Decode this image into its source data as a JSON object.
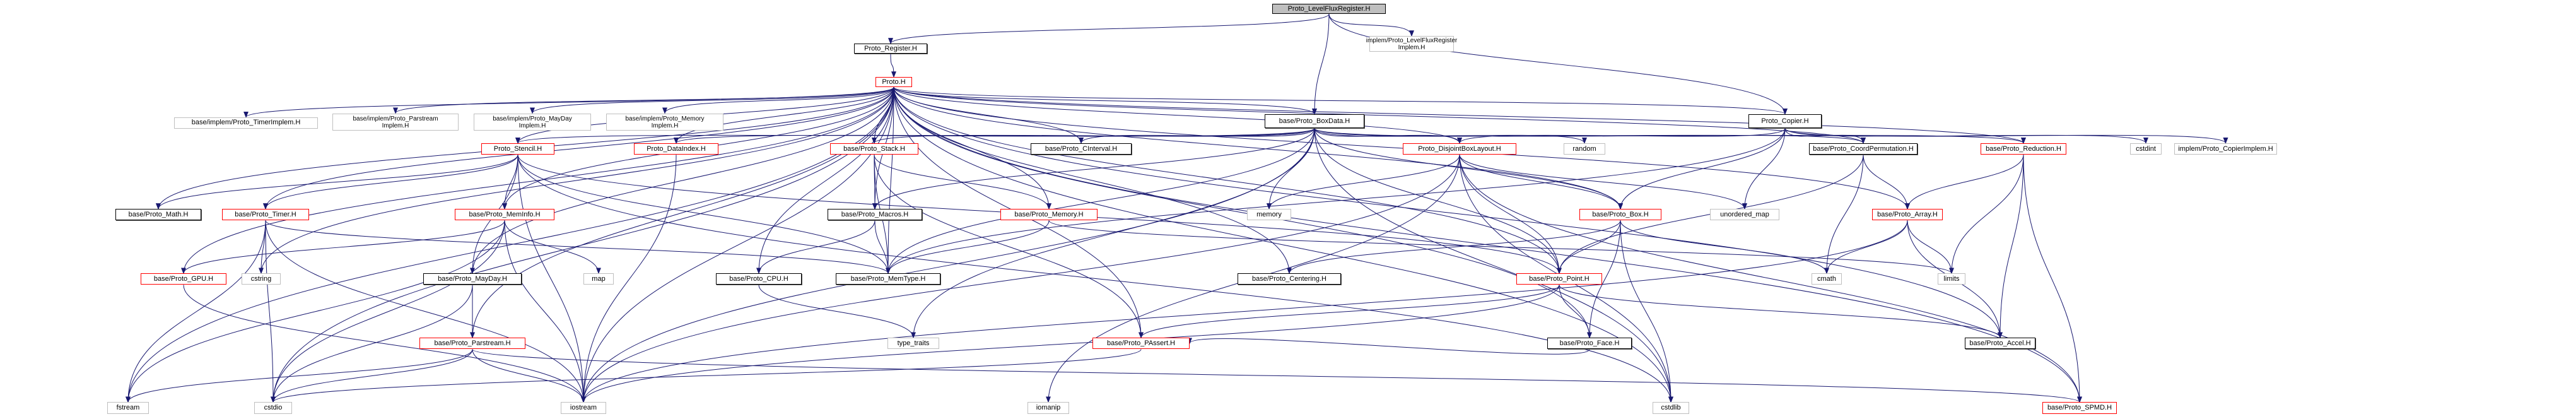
{
  "diagram": {
    "type": "include-dependency-graph",
    "edge_color": "#191970",
    "colors": {
      "root_fill": "#bfbfbf",
      "documented_border": "#000000",
      "truncated_border": "#ff0000",
      "external_border": "#bfbfbf"
    },
    "nodes": [
      {
        "id": "lfr",
        "label": "Proto_LevelFluxRegister.H",
        "kind": "root"
      },
      {
        "id": "reg",
        "label": "Proto_Register.H",
        "kind": "doc"
      },
      {
        "id": "lfrimpl",
        "label": "implem/Proto_LevelFluxRegister\nImplem.H",
        "kind": "ext"
      },
      {
        "id": "proto",
        "label": "Proto.H",
        "kind": "red"
      },
      {
        "id": "timerimpl",
        "label": "base/implem/Proto_TimerImplem.H",
        "kind": "ext"
      },
      {
        "id": "parimpl",
        "label": "base/implem/Proto_Parstream\nImplem.H",
        "kind": "ext"
      },
      {
        "id": "maydayimpl",
        "label": "base/implem/Proto_MayDay\nImplem.H",
        "kind": "ext"
      },
      {
        "id": "memimpl",
        "label": "base/implem/Proto_Memory\nImplem.H",
        "kind": "ext"
      },
      {
        "id": "boxdata",
        "label": "base/Proto_BoxData.H",
        "kind": "doc"
      },
      {
        "id": "copier",
        "label": "Proto_Copier.H",
        "kind": "doc"
      },
      {
        "id": "stencil",
        "label": "Proto_Stencil.H",
        "kind": "red"
      },
      {
        "id": "dataindex",
        "label": "Proto_DataIndex.H",
        "kind": "red"
      },
      {
        "id": "stack",
        "label": "base/Proto_Stack.H",
        "kind": "red"
      },
      {
        "id": "cinterval",
        "label": "base/Proto_CInterval.H",
        "kind": "doc"
      },
      {
        "id": "dbl",
        "label": "Proto_DisjointBoxLayout.H",
        "kind": "red"
      },
      {
        "id": "random",
        "label": "random",
        "kind": "ext"
      },
      {
        "id": "coordperm",
        "label": "base/Proto_CoordPermutation.H",
        "kind": "doc"
      },
      {
        "id": "reduction",
        "label": "base/Proto_Reduction.H",
        "kind": "red"
      },
      {
        "id": "cstdint",
        "label": "cstdint",
        "kind": "ext"
      },
      {
        "id": "copierimpl",
        "label": "implem/Proto_CopierImplem.H",
        "kind": "ext"
      },
      {
        "id": "math",
        "label": "base/Proto_Math.H",
        "kind": "doc"
      },
      {
        "id": "timer",
        "label": "base/Proto_Timer.H",
        "kind": "red"
      },
      {
        "id": "meminfo",
        "label": "base/Proto_MemInfo.H",
        "kind": "red"
      },
      {
        "id": "macros",
        "label": "base/Proto_Macros.H",
        "kind": "doc"
      },
      {
        "id": "memory_h",
        "label": "base/Proto_Memory.H",
        "kind": "red"
      },
      {
        "id": "memory",
        "label": "memory",
        "kind": "ext"
      },
      {
        "id": "box",
        "label": "base/Proto_Box.H",
        "kind": "red"
      },
      {
        "id": "umap",
        "label": "unordered_map",
        "kind": "ext"
      },
      {
        "id": "array",
        "label": "base/Proto_Array.H",
        "kind": "red"
      },
      {
        "id": "gpu",
        "label": "base/Proto_GPU.H",
        "kind": "red"
      },
      {
        "id": "cstring",
        "label": "cstring",
        "kind": "ext"
      },
      {
        "id": "mayday",
        "label": "base/Proto_MayDay.H",
        "kind": "doc"
      },
      {
        "id": "map",
        "label": "map",
        "kind": "ext"
      },
      {
        "id": "cpu",
        "label": "base/Proto_CPU.H",
        "kind": "doc"
      },
      {
        "id": "memtype",
        "label": "base/Proto_MemType.H",
        "kind": "doc"
      },
      {
        "id": "centering",
        "label": "base/Proto_Centering.H",
        "kind": "doc"
      },
      {
        "id": "point",
        "label": "base/Proto_Point.H",
        "kind": "red"
      },
      {
        "id": "cmath",
        "label": "cmath",
        "kind": "ext"
      },
      {
        "id": "limits",
        "label": "limits",
        "kind": "ext"
      },
      {
        "id": "parstream",
        "label": "base/Proto_Parstream.H",
        "kind": "red"
      },
      {
        "id": "typetraits",
        "label": "type_traits",
        "kind": "ext"
      },
      {
        "id": "passert",
        "label": "base/Proto_PAssert.H",
        "kind": "red"
      },
      {
        "id": "face",
        "label": "base/Proto_Face.H",
        "kind": "doc"
      },
      {
        "id": "accel",
        "label": "base/Proto_Accel.H",
        "kind": "doc"
      },
      {
        "id": "fstream",
        "label": "fstream",
        "kind": "ext"
      },
      {
        "id": "cstdio",
        "label": "cstdio",
        "kind": "ext"
      },
      {
        "id": "iostream",
        "label": "iostream",
        "kind": "ext"
      },
      {
        "id": "iomanip",
        "label": "iomanip",
        "kind": "ext"
      },
      {
        "id": "cstdlib",
        "label": "cstdlib",
        "kind": "ext"
      },
      {
        "id": "spmd",
        "label": "base/Proto_SPMD.H",
        "kind": "red"
      }
    ],
    "edges": [
      [
        "lfr",
        "reg"
      ],
      [
        "lfr",
        "lfrimpl"
      ],
      [
        "lfr",
        "boxdata"
      ],
      [
        "lfr",
        "copier"
      ],
      [
        "reg",
        "proto"
      ],
      [
        "proto",
        "timerimpl"
      ],
      [
        "proto",
        "parimpl"
      ],
      [
        "proto",
        "maydayimpl"
      ],
      [
        "proto",
        "memimpl"
      ],
      [
        "proto",
        "boxdata"
      ],
      [
        "proto",
        "copier"
      ],
      [
        "proto",
        "stencil"
      ],
      [
        "proto",
        "dataindex"
      ],
      [
        "proto",
        "stack"
      ],
      [
        "proto",
        "cinterval"
      ],
      [
        "proto",
        "dbl"
      ],
      [
        "proto",
        "coordperm"
      ],
      [
        "proto",
        "reduction"
      ],
      [
        "proto",
        "math"
      ],
      [
        "proto",
        "timer"
      ],
      [
        "proto",
        "meminfo"
      ],
      [
        "proto",
        "macros"
      ],
      [
        "proto",
        "memory_h"
      ],
      [
        "proto",
        "gpu"
      ],
      [
        "proto",
        "cstring"
      ],
      [
        "proto",
        "mayday"
      ],
      [
        "proto",
        "cpu"
      ],
      [
        "proto",
        "memtype"
      ],
      [
        "proto",
        "point"
      ],
      [
        "proto",
        "box"
      ],
      [
        "proto",
        "array"
      ],
      [
        "proto",
        "parstream"
      ],
      [
        "proto",
        "passert"
      ],
      [
        "proto",
        "face"
      ],
      [
        "proto",
        "accel"
      ],
      [
        "proto",
        "fstream"
      ],
      [
        "proto",
        "cstdio"
      ],
      [
        "proto",
        "iostream"
      ],
      [
        "proto",
        "spmd"
      ],
      [
        "proto",
        "cstdlib"
      ],
      [
        "proto",
        "centering"
      ],
      [
        "boxdata",
        "stencil"
      ],
      [
        "boxdata",
        "dataindex"
      ],
      [
        "boxdata",
        "stack"
      ],
      [
        "boxdata",
        "cinterval"
      ],
      [
        "boxdata",
        "dbl"
      ],
      [
        "boxdata",
        "random"
      ],
      [
        "boxdata",
        "coordperm"
      ],
      [
        "boxdata",
        "reduction"
      ],
      [
        "boxdata",
        "memory"
      ],
      [
        "boxdata",
        "memtype"
      ],
      [
        "boxdata",
        "box"
      ],
      [
        "boxdata",
        "point"
      ],
      [
        "boxdata",
        "iostream"
      ],
      [
        "boxdata",
        "typetraits"
      ],
      [
        "boxdata",
        "macros"
      ],
      [
        "boxdata",
        "cstdlib"
      ],
      [
        "copier",
        "cstdint"
      ],
      [
        "copier",
        "copierimpl"
      ],
      [
        "copier",
        "coordperm"
      ],
      [
        "copier",
        "box"
      ],
      [
        "copier",
        "umap"
      ],
      [
        "copier",
        "dbl"
      ],
      [
        "copier",
        "memtype"
      ],
      [
        "stencil",
        "math"
      ],
      [
        "stencil",
        "timer"
      ],
      [
        "stencil",
        "meminfo"
      ],
      [
        "stencil",
        "mayday"
      ],
      [
        "stencil",
        "iostream"
      ],
      [
        "stencil",
        "memtype"
      ],
      [
        "stencil",
        "cstdlib"
      ],
      [
        "stencil",
        "point"
      ],
      [
        "dataindex",
        "iostream"
      ],
      [
        "stack",
        "macros"
      ],
      [
        "stack",
        "memtype"
      ],
      [
        "stack",
        "memory_h"
      ],
      [
        "stack",
        "passert"
      ],
      [
        "dbl",
        "memory"
      ],
      [
        "dbl",
        "box"
      ],
      [
        "dbl",
        "point"
      ],
      [
        "dbl",
        "umap"
      ],
      [
        "dbl",
        "iostream"
      ],
      [
        "dbl",
        "iomanip"
      ],
      [
        "dbl",
        "cstdlib"
      ],
      [
        "dbl",
        "spmd"
      ],
      [
        "reduction",
        "array"
      ],
      [
        "reduction",
        "limits"
      ],
      [
        "reduction",
        "accel"
      ],
      [
        "reduction",
        "spmd"
      ],
      [
        "coordperm",
        "array"
      ],
      [
        "coordperm",
        "point"
      ],
      [
        "coordperm",
        "cmath"
      ],
      [
        "timer",
        "cstring"
      ],
      [
        "timer",
        "cstdio"
      ],
      [
        "timer",
        "fstream"
      ],
      [
        "timer",
        "iostream"
      ],
      [
        "timer",
        "memtype"
      ],
      [
        "meminfo",
        "map"
      ],
      [
        "meminfo",
        "iostream"
      ],
      [
        "meminfo",
        "cstdio"
      ],
      [
        "meminfo",
        "gpu"
      ],
      [
        "meminfo",
        "fstream"
      ],
      [
        "macros",
        "cpu"
      ],
      [
        "macros",
        "memtype"
      ],
      [
        "memory_h",
        "memtype"
      ],
      [
        "memory_h",
        "limits"
      ],
      [
        "box",
        "point"
      ],
      [
        "box",
        "face"
      ],
      [
        "box",
        "cstdlib"
      ],
      [
        "box",
        "cmath"
      ],
      [
        "box",
        "centering"
      ],
      [
        "array",
        "cmath"
      ],
      [
        "array",
        "limits"
      ],
      [
        "array",
        "accel"
      ],
      [
        "array",
        "iostream"
      ],
      [
        "gpu",
        "iostream"
      ],
      [
        "mayday",
        "parstream"
      ],
      [
        "mayday",
        "cstdio"
      ],
      [
        "cpu",
        "typetraits"
      ],
      [
        "point",
        "face"
      ],
      [
        "point",
        "accel"
      ],
      [
        "point",
        "iostream"
      ],
      [
        "point",
        "passert"
      ],
      [
        "parstream",
        "fstream"
      ],
      [
        "parstream",
        "iostream"
      ],
      [
        "parstream",
        "cstdio"
      ],
      [
        "parstream",
        "spmd"
      ],
      [
        "passert",
        "cstdio"
      ],
      [
        "face",
        "passert"
      ]
    ]
  }
}
